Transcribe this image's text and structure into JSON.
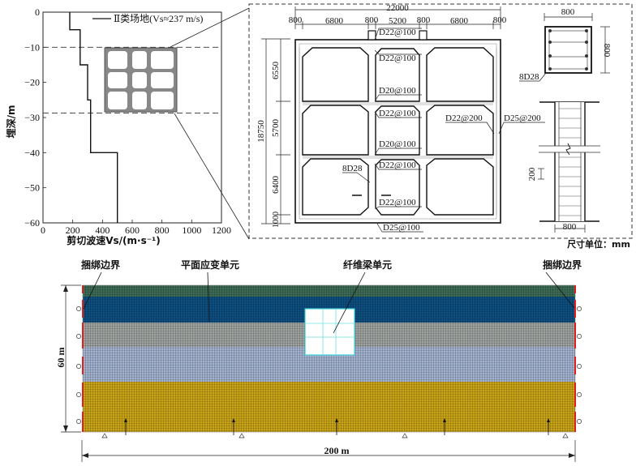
{
  "chart_data": {
    "type": "line",
    "title": "",
    "legend": "Ⅱ类场地(Vs≈237 m/s)",
    "legend_position": "top-right",
    "xlabel": "剪切波速Vs/(m·s⁻¹)",
    "ylabel": "埋深/m",
    "xlim": [
      0,
      1200
    ],
    "ylim": [
      -60,
      0
    ],
    "xticks": [
      0,
      200,
      400,
      600,
      800,
      1000,
      1200
    ],
    "yticks": [
      0,
      -10,
      -20,
      -30,
      -40,
      -50,
      -60
    ],
    "series": [
      {
        "name": "Ⅱ类场地(Vs≈237 m/s)",
        "x": [
          180,
          180,
          250,
          250,
          300,
          300,
          320,
          320,
          500,
          500
        ],
        "y": [
          0,
          -5,
          -5,
          -15,
          -15,
          -25,
          -25,
          -40,
          -40,
          -60
        ]
      }
    ],
    "reference_lines_depth": [
      -10,
      -28.75
    ]
  },
  "section": {
    "total_width": "22000",
    "spans": [
      "800",
      "6800",
      "800",
      "5200",
      "800",
      "6800",
      "800"
    ],
    "total_height": "18750",
    "heights": [
      "6550",
      "5700",
      "6400",
      "1000"
    ],
    "rebar_labels": {
      "top_slab": "D22@100",
      "upper_mid": "D22@100",
      "mid1": "D20@100",
      "mid2": "D22@100",
      "mid3": "D20@100",
      "mid4": "D22@100",
      "bottom_inner": "D22@100",
      "bottom_slab": "D25@100",
      "inner_wall": "D22@200",
      "outer_wall": "D25@200",
      "column": "8D28"
    }
  },
  "column_detail": {
    "width": "800",
    "height": "800",
    "rebar": "8D28",
    "stirrup_spacing": "200",
    "elevation_width": "800"
  },
  "units_note": "尺寸单位：mm",
  "fem": {
    "label_tied_left": "捆绑边界",
    "label_plane_strain": "平面应变单元",
    "label_fiber_beam": "纤维梁单元",
    "label_tied_right": "捆绑边界",
    "height_dim": "60 m",
    "width_dim": "200 m",
    "layer_colors": [
      "#3d6b55",
      "#0d4f80",
      "#9ea3a0",
      "#a3b2cf",
      "#c9a417"
    ]
  }
}
